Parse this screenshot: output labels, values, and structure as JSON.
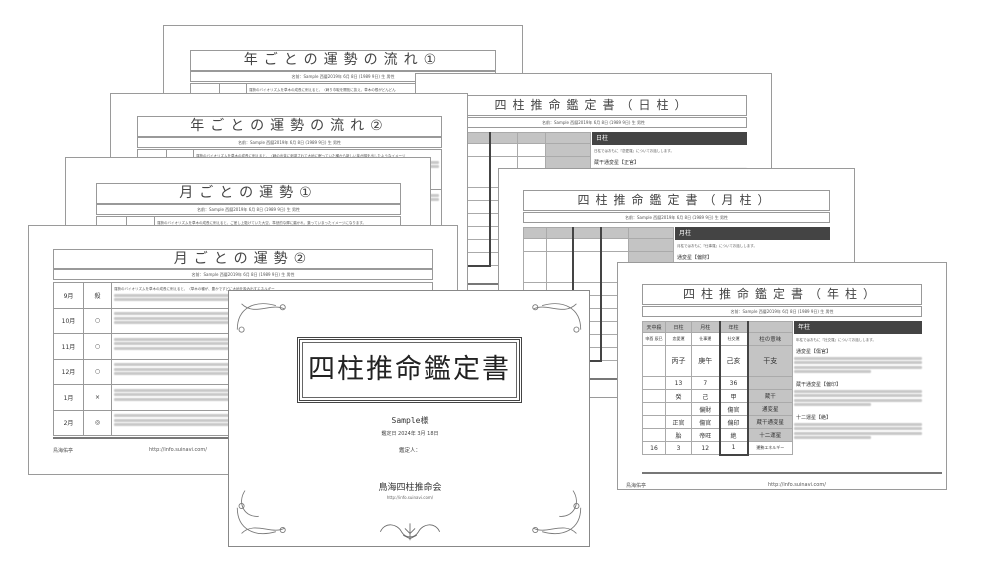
{
  "name_line": "名前：Sample 西暦2019年 6月 8日 (1989 9日) 生 男性",
  "footer": {
    "author": "鳥海佑亭",
    "url": "http://info.suinavi.com/"
  },
  "year_sheets": [
    {
      "title": "年ごとの運勢の流れ①",
      "snippet": "運勢のバイオリズムを草木の成長に例えると、〈蒔り巾取を開拓に抜え、草木の根がどんどん"
    },
    {
      "title": "年ごとの運勢の流れ②",
      "snippet": "運勢のバイオリズムを草木の成長に例えると、〈蒔の出芽に刺激されて大地に眠っていた種から新しい芽が顔を出したようなイメージ"
    }
  ],
  "month_sheets": [
    {
      "title": "月ごとの運勢①",
      "snippet": "運勢のバイオリズムを草木の成長に例えると、ご差し上駈けていた大空、準然的な輝に磨かれ、集っていまったイメージになります。"
    },
    {
      "title": "月ごとの運勢②",
      "snippet": "運勢のバイオリズムを草木の成長に例えると、〈草木の種が、豊かですどに大地を吸み出すエネルギー",
      "rows": [
        {
          "month": "9月",
          "mark": "殺"
        },
        {
          "month": "10月",
          "mark": "○"
        },
        {
          "month": "11月",
          "mark": "○"
        },
        {
          "month": "12月",
          "mark": "○"
        },
        {
          "month": "1月",
          "mark": "×"
        },
        {
          "month": "2月",
          "mark": "◎"
        }
      ]
    }
  ],
  "pillar_table": {
    "headers": [
      "天中殺",
      "日柱",
      "月柱",
      "年柱",
      ""
    ],
    "rows": [
      [
        "申酉 辰巳",
        "恋愛運",
        "仕事運",
        "社交運",
        "柱の意味"
      ],
      [
        "",
        "丙子",
        "庚午",
        "己亥",
        "干支"
      ],
      [
        "",
        "13",
        "7",
        "36",
        ""
      ],
      [
        "",
        "癸",
        "己",
        "甲",
        "蔵干"
      ],
      [
        "",
        "",
        "偏財",
        "傷官",
        "通変星"
      ],
      [
        "",
        "正官",
        "傷官",
        "偏印",
        "蔵干通変星"
      ],
      [
        "",
        "胎",
        "帝旺",
        "絶",
        "十二運星"
      ],
      [
        "16",
        "3",
        "12",
        "1",
        "運勢エネルギー"
      ]
    ]
  },
  "pillar_sheets": [
    {
      "title": "四柱推命鑑定書（日柱）",
      "panel_title": "日柱",
      "intro": "日柱ではおもに『恋愛運』についてお話しします。",
      "sections": [
        "蔵干通変星【正官】"
      ]
    },
    {
      "title": "四柱推命鑑定書（月柱）",
      "panel_title": "月柱",
      "intro": "月柱ではおもに『仕事運』についてお話しします。",
      "sections": [
        "通変星【偏財】"
      ]
    },
    {
      "title": "四柱推命鑑定書（年柱）",
      "panel_title": "年柱",
      "intro": "年柱ではおもに『社交運』についてお話しします。",
      "sections": [
        "通変星【傷官】",
        "蔵干通変星【偏印】",
        "十二運星【絶】"
      ]
    }
  ],
  "cover": {
    "title": "四柱推命鑑定書",
    "client": "Sample様",
    "date": "鑑定日 2024年 3月 18日",
    "appraiser": "鑑定人：",
    "org": "鳥海四柱推命会",
    "url": "http://info.suinavi.com/"
  }
}
